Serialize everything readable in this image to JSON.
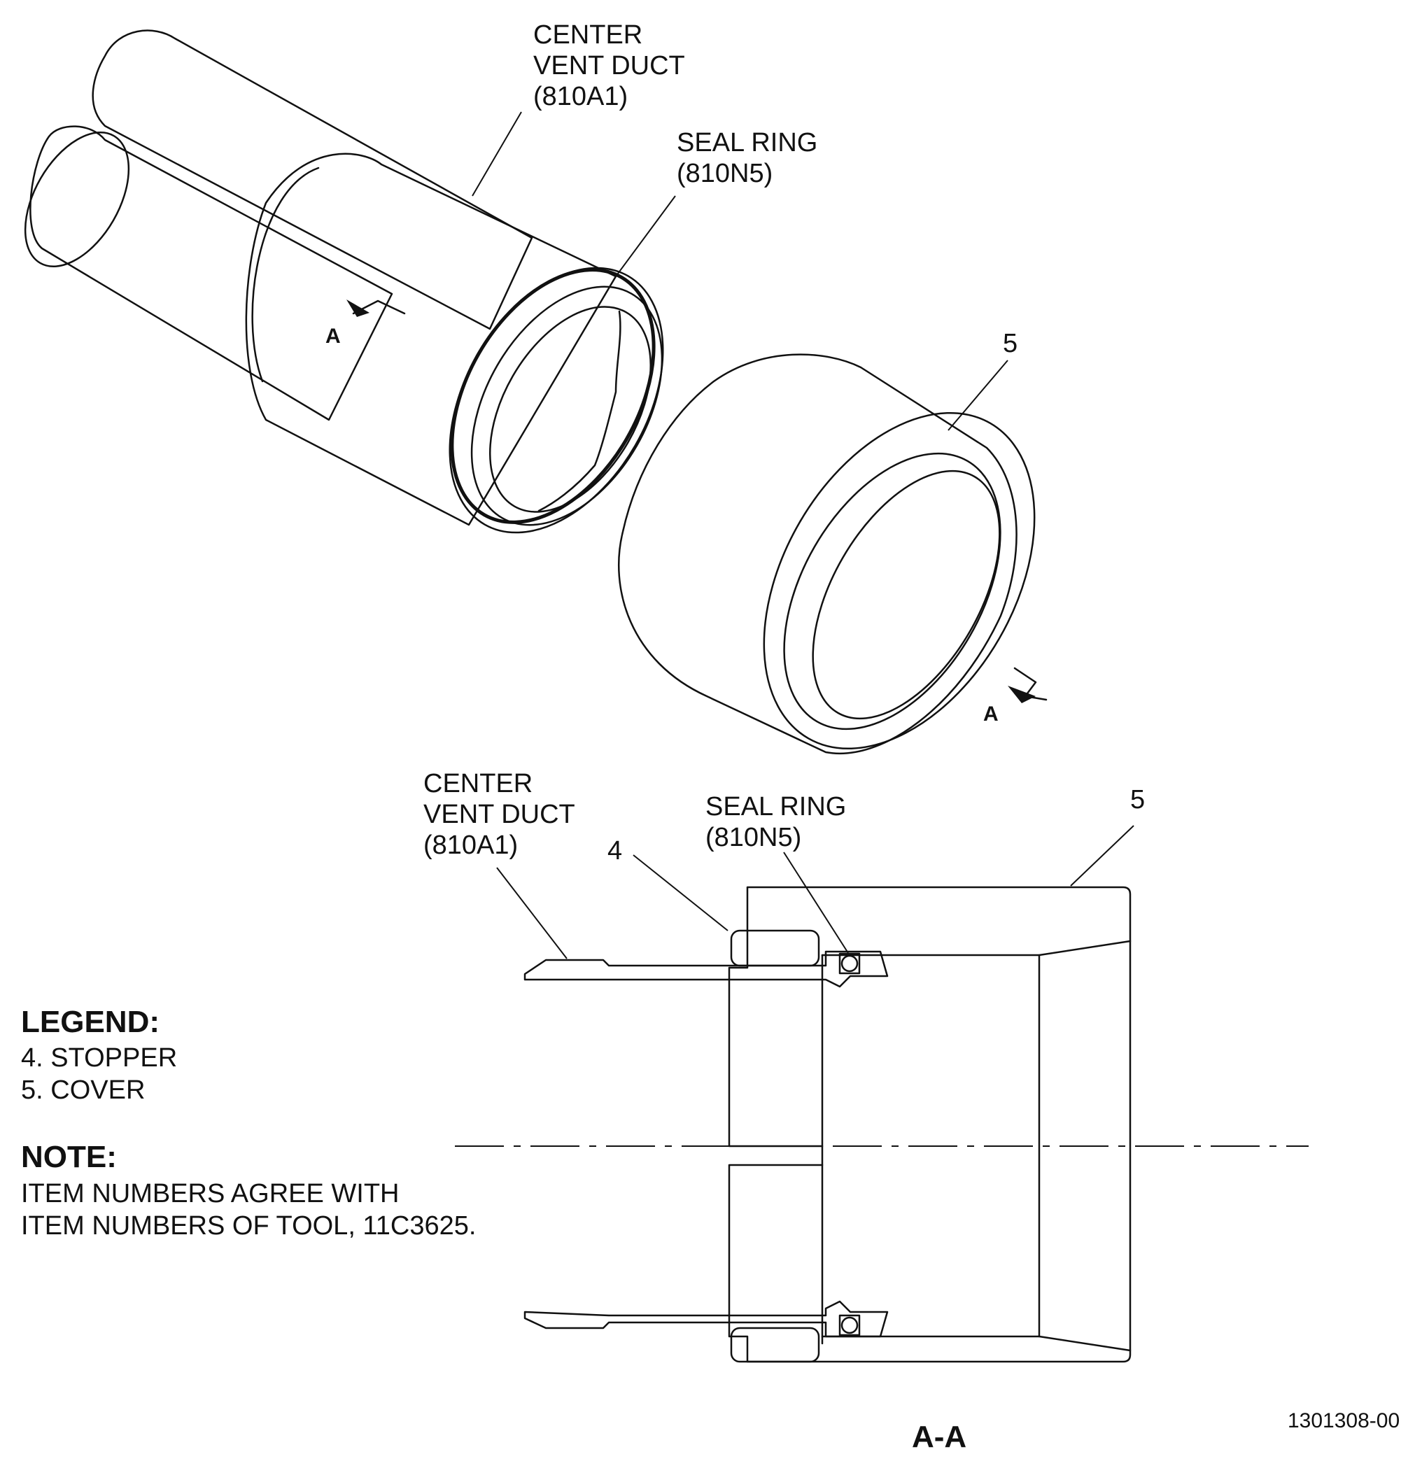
{
  "colors": {
    "duct": "#ccfcfe",
    "cover": "#fb9a00",
    "ink": "#111111"
  },
  "labels": {
    "center_vent_duct_top": [
      "CENTER",
      "VENT DUCT",
      "(810A1)"
    ],
    "seal_ring_top": [
      "SEAL RING",
      "(810N5)"
    ],
    "item_5_top": "5",
    "view_arrow_a1": "A",
    "view_arrow_a2": "A",
    "center_vent_duct_section": [
      "CENTER",
      "VENT DUCT",
      "(810A1)"
    ],
    "item_4_section": "4",
    "seal_ring_section": [
      "SEAL RING",
      "(810N5)"
    ],
    "item_5_section": "5",
    "section_title": "A-A",
    "figure_id": "1301308-00"
  },
  "legend": {
    "title": "LEGEND:",
    "items": [
      "4. STOPPER",
      "5. COVER"
    ]
  },
  "note": {
    "title": "NOTE:",
    "lines": [
      "ITEM NUMBERS AGREE WITH",
      "ITEM NUMBERS OF TOOL, 11C3625."
    ]
  }
}
